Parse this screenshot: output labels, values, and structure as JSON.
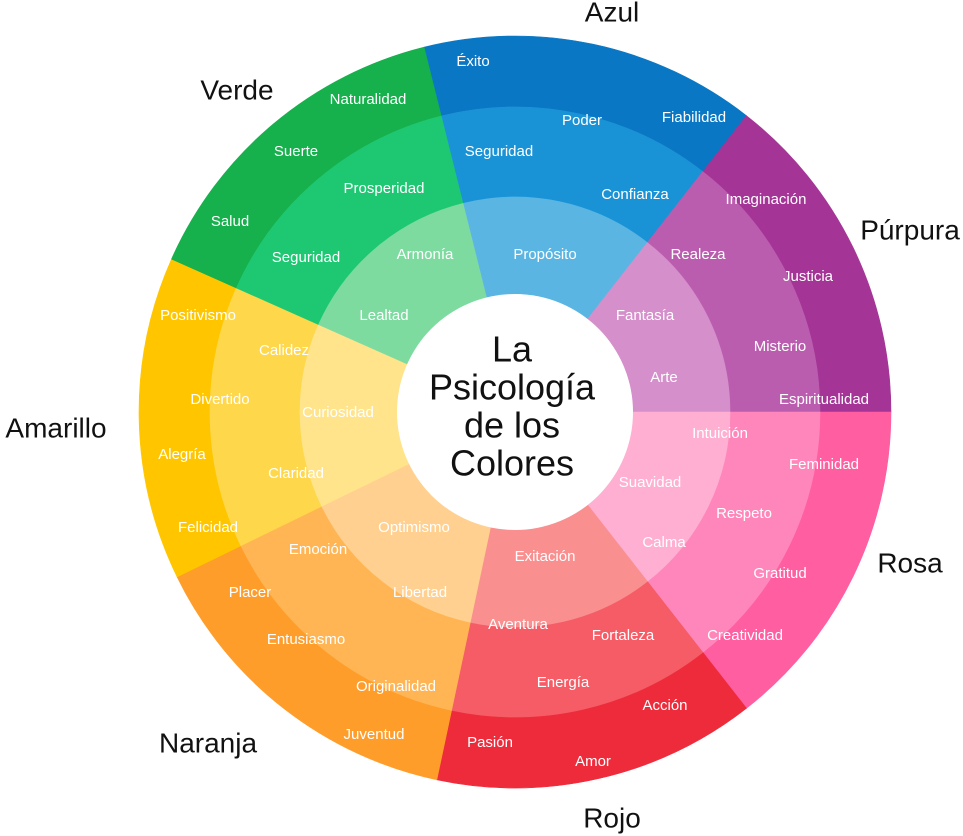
{
  "center_title": [
    "La",
    "Psicología",
    "de los",
    "Colores"
  ],
  "segments": [
    {
      "name": "Azul",
      "colors": [
        "#0a77c4",
        "#1a93d6",
        "#5bb5e3"
      ],
      "outer": [
        "Éxito",
        "Fiabilidad"
      ],
      "middle": [
        "Poder",
        "Seguridad",
        "Confianza"
      ],
      "inner": [
        "Propósito"
      ]
    },
    {
      "name": "Púrpura",
      "colors": [
        "#a43596",
        "#bb5daf",
        "#d58fcb"
      ],
      "outer": [
        "Imaginación",
        "Justicia",
        "Misterio",
        "Espiritualidad"
      ],
      "middle": [
        "Realeza"
      ],
      "inner": [
        "Fantasía",
        "Arte"
      ]
    },
    {
      "name": "Rosa",
      "colors": [
        "#ff5ea0",
        "#ff86ba",
        "#ffafd2"
      ],
      "outer": [
        "Feminidad",
        "Gratitud",
        "Creatividad"
      ],
      "middle": [
        "Intuición",
        "Respeto"
      ],
      "inner": [
        "Suavidad",
        "Calma"
      ]
    },
    {
      "name": "Rojo",
      "colors": [
        "#ee2b3b",
        "#f65c66",
        "#fa8f90"
      ],
      "outer": [
        "Pasión",
        "Amor",
        "Acción"
      ],
      "middle": [
        "Energía",
        "Fortaleza"
      ],
      "inner": [
        "Exitación",
        "Aventura"
      ]
    },
    {
      "name": "Naranja",
      "colors": [
        "#ff9d2b",
        "#ffb554",
        "#ffd08f"
      ],
      "outer": [
        "Placer",
        "Entusiasmo",
        "Juventud"
      ],
      "middle": [
        "Emoción",
        "Originalidad"
      ],
      "inner": [
        "Optimismo",
        "Libertad"
      ]
    },
    {
      "name": "Amarillo",
      "colors": [
        "#ffc600",
        "#ffd74b",
        "#ffe48b"
      ],
      "outer": [
        "Positivismo",
        "Divertido",
        "Alegría",
        "Felicidad"
      ],
      "middle": [
        "Calidez",
        "Claridad"
      ],
      "inner": [
        "Curiosidad"
      ]
    },
    {
      "name": "Verde",
      "colors": [
        "#16b04c",
        "#1ec872",
        "#7edba0"
      ],
      "outer": [
        "Naturalidad",
        "Suerte",
        "Salud"
      ],
      "middle": [
        "Prosperidad",
        "Seguridad"
      ],
      "inner": [
        "Armonía",
        "Lealtad"
      ]
    }
  ]
}
